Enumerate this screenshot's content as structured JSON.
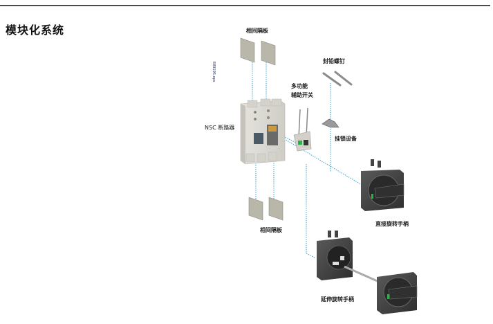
{
  "section_title": "模块化系统",
  "figure_code": "E89195.eps",
  "labels": {
    "phase_barrier_top": "相间隔板",
    "phase_barrier_bottom": "相间隔板",
    "breaker": "NSC 断路器",
    "aux_switch_line1": "多功能",
    "aux_switch_line2": "辅助开关",
    "sealing_screw": "封铅螺钉",
    "padlock": "挂锁设备",
    "direct_handle": "直接旋转手柄",
    "extended_handle": "延伸旋转手柄"
  },
  "colors": {
    "rule": "#4a4a4a",
    "leader_line": "#2aa6d8",
    "barrier": "#b9b6aa",
    "breaker_body": "#d8d6cf",
    "handle_dark": "#3a3a3a",
    "indicator_green": "#2bb34a"
  }
}
